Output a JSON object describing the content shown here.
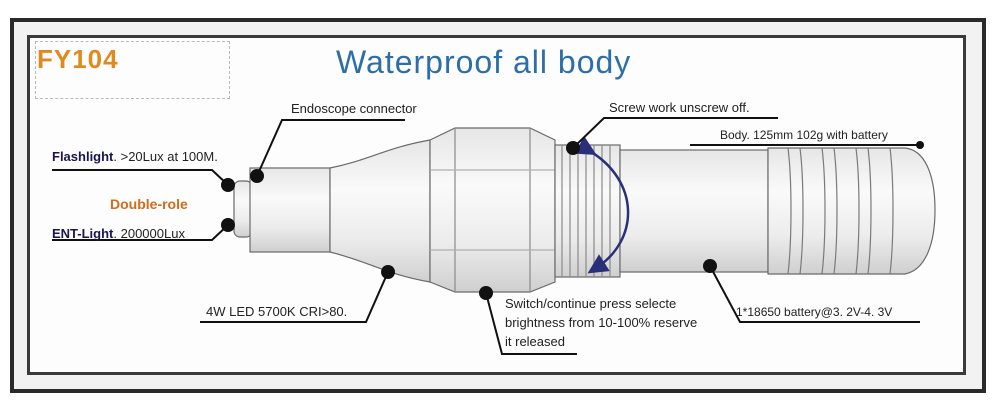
{
  "model": "FY104",
  "title": "Waterproof all body",
  "labels": {
    "endoscope": "Endoscope connector",
    "flashlight_strong": "Flashlight",
    "flashlight_rest": ". >20Lux at 100M.",
    "double_role": "Double-role",
    "ent_strong": "ENT-Light",
    "ent_rest": ". 200000Lux",
    "led": "4W LED 5700K CRI>80.",
    "screw": "Screw work unscrew off.",
    "body": "Body. 125mm 102g with battery",
    "switch_line1": "Switch/continue press selecte",
    "switch_line2": "brightness from 10-100% reserve",
    "switch_line3": "it released",
    "battery": "1*18650 battery@3. 2V-4. 3V"
  },
  "colors": {
    "title": "#2c6fa8",
    "model": "#e08a1e",
    "double_role": "#d46a1c",
    "emphasis": "#1a1450",
    "arrow": "#2a2f7a"
  }
}
